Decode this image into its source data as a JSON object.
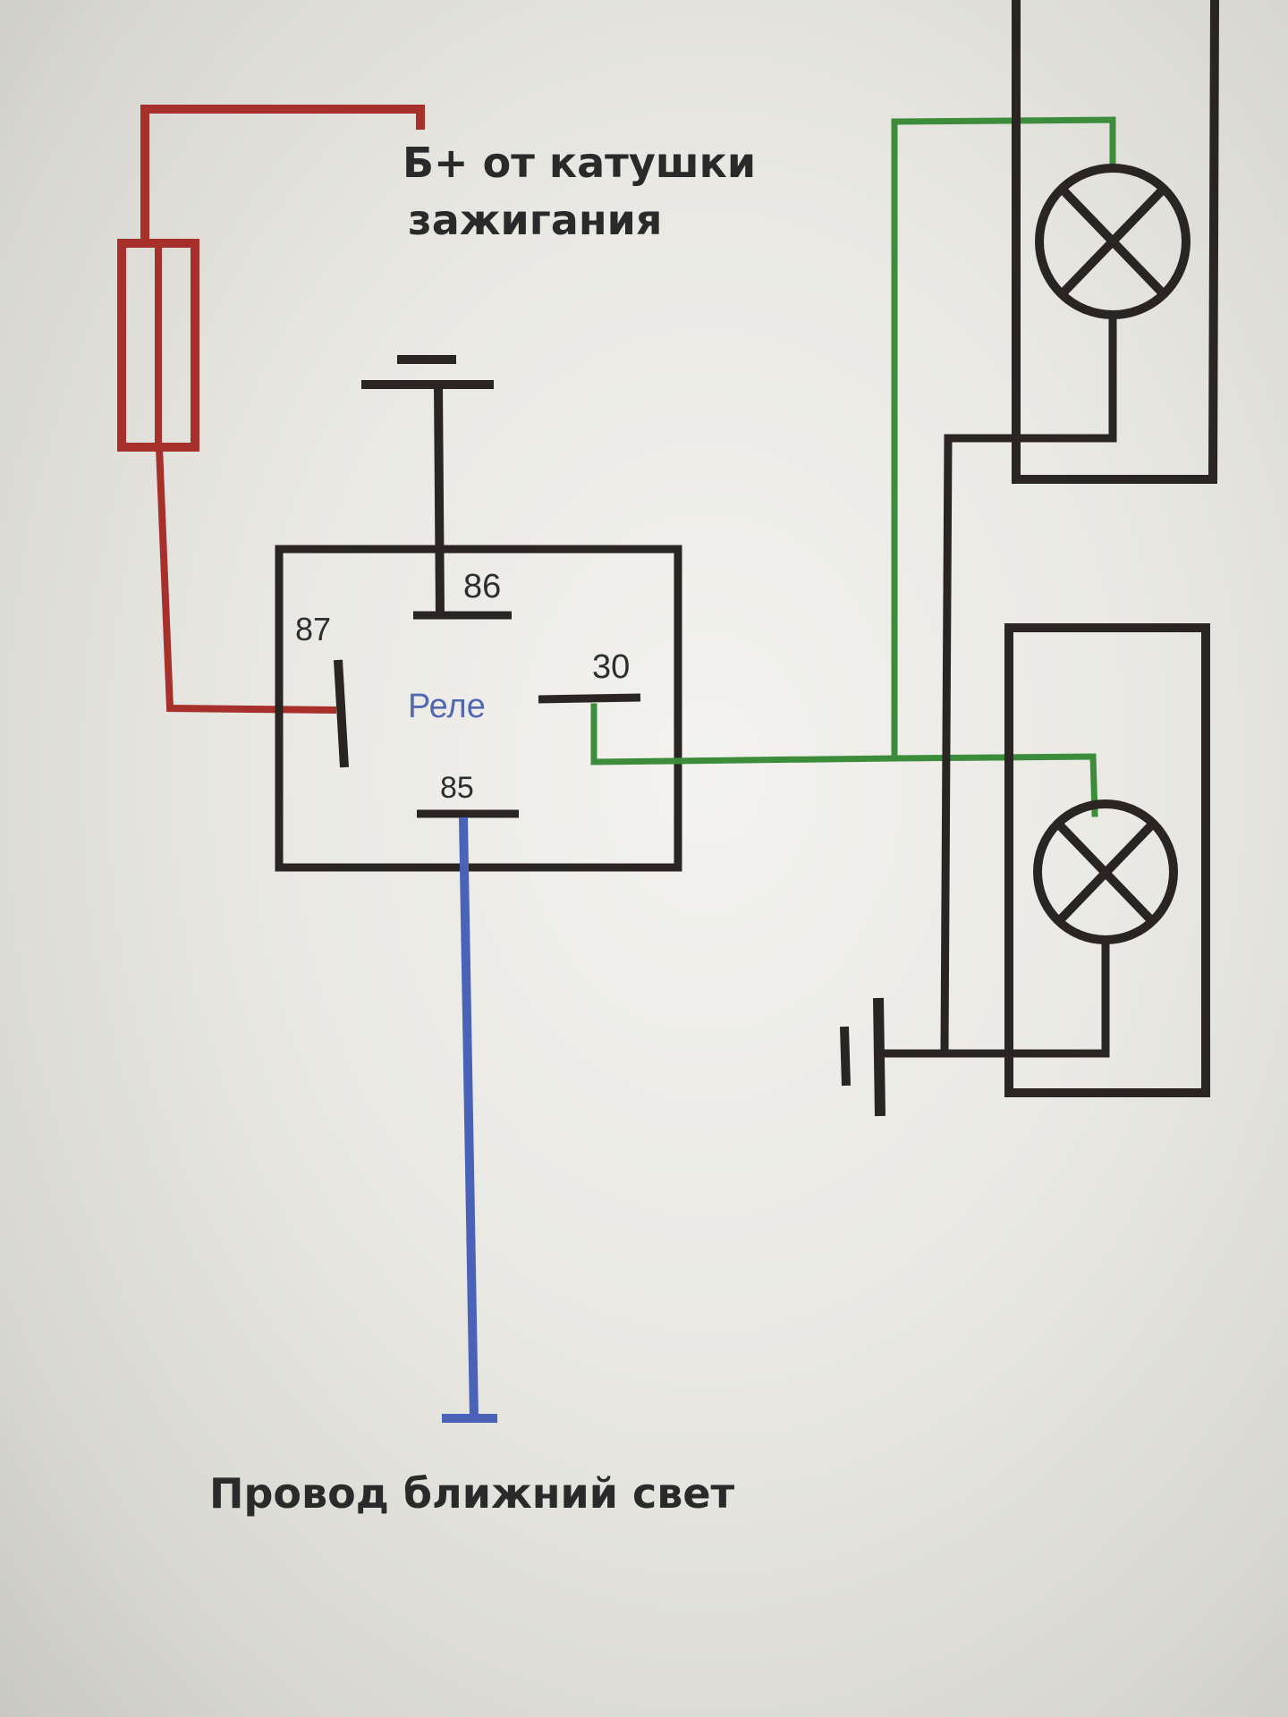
{
  "labels": {
    "battery_line1": "Б+ от катушки",
    "battery_line2": "зажигания",
    "relay": "Реле",
    "pin_86": "86",
    "pin_87": "87",
    "pin_30": "30",
    "pin_85": "85",
    "low_beam_wire": "Провод ближний свет"
  },
  "colors": {
    "red_wire": "#a8302c",
    "green_wire": "#3c8c3c",
    "blue_wire": "#4a62b8",
    "black_wire": "#2a2522"
  },
  "symbols": [
    "fuse",
    "ground",
    "relay",
    "lamp",
    "lamp",
    "ground"
  ]
}
